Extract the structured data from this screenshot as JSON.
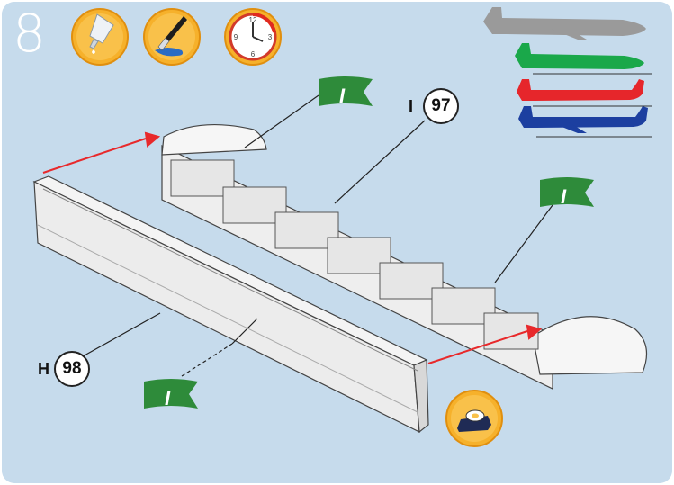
{
  "step": {
    "number": "8"
  },
  "tools": [
    {
      "name": "glue-icon"
    },
    {
      "name": "paintbrush-icon"
    },
    {
      "name": "clock-icon"
    }
  ],
  "clock": {
    "n12": "12",
    "n3": "3",
    "n6": "6",
    "n9": "9"
  },
  "parts": {
    "part_97": {
      "letter": "I",
      "number": "97"
    },
    "part_98": {
      "letter": "H",
      "number": "98"
    }
  },
  "flags": {
    "label": "I"
  },
  "colors": {
    "panel": "#c6dbec",
    "accent": "#e8292b",
    "flag": "#2e8b3a",
    "tool": "#f4a81c"
  },
  "schemes": [
    "grey",
    "green",
    "red",
    "blue"
  ]
}
